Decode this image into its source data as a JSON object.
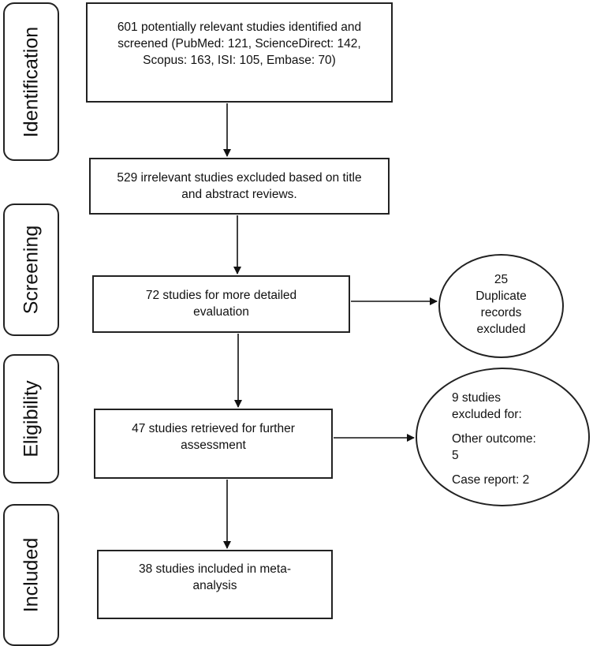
{
  "phases": {
    "identification": "Identification",
    "screening": "Screening",
    "eligibility": "Eligibility",
    "included": "Included"
  },
  "boxes": {
    "identified": {
      "line1": "601 potentially relevant studies identified and",
      "line2": "screened (PubMed: 121, ScienceDirect: 142,",
      "line3": "Scopus: 163, ISI: 105, Embase: 70)"
    },
    "excluded_title": {
      "line1": "529 irrelevant studies excluded based on title",
      "line2": "and abstract reviews."
    },
    "detailed": {
      "line1": "72 studies for more detailed",
      "line2": "evaluation"
    },
    "retrieved": {
      "line1": "47 studies retrieved for further",
      "line2": "assessment"
    },
    "included": {
      "line1": "38 studies included in meta-",
      "line2": "analysis"
    }
  },
  "circles": {
    "duplicates": {
      "line1": "25",
      "line2": "Duplicate",
      "line3": "records",
      "line4": "excluded"
    },
    "excluded_studies": {
      "line1": "9 studies",
      "line2": "excluded for:",
      "line3": "Other outcome:",
      "line4": "5",
      "line5": "Case report: 2"
    }
  }
}
